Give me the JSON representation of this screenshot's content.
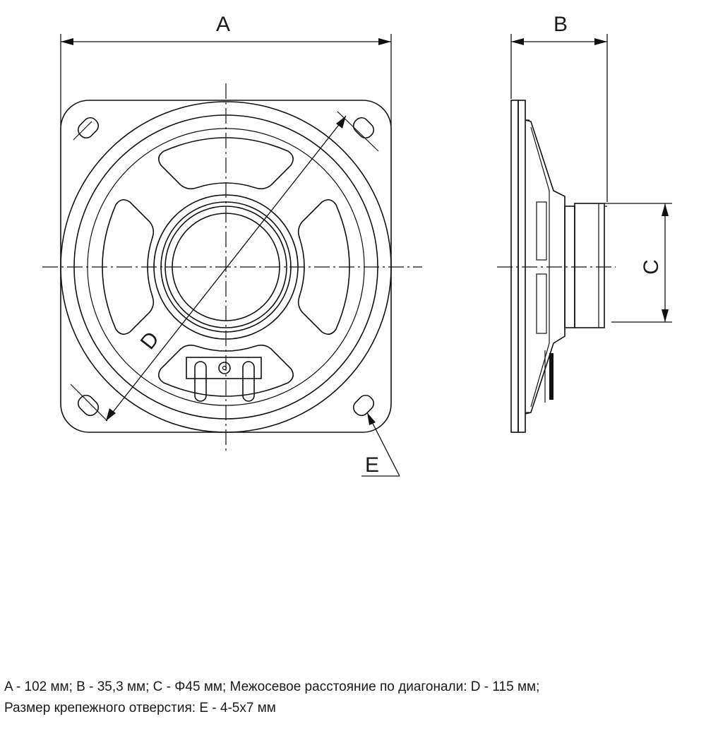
{
  "labels": {
    "a": "A",
    "b": "B",
    "c": "C",
    "d": "D",
    "e": "E"
  },
  "caption": {
    "line1": "A - 102 мм; B - 35,3 мм; C - Φ45 мм; Межосевое расстояние по диагонали: D - 115 мм;",
    "line2": "Размер крепежного отверстия: E - 4-5x7 мм"
  }
}
